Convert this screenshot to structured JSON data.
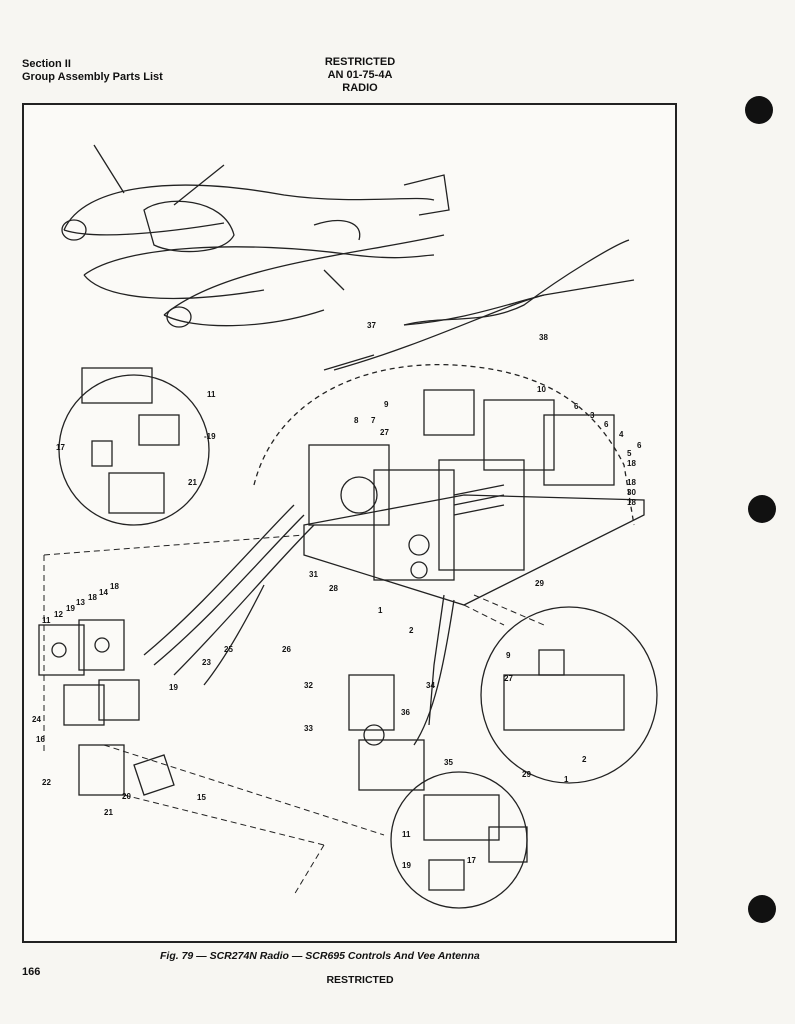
{
  "header": {
    "section": "Section II",
    "group": "Group Assembly Parts List",
    "restricted": "RESTRICTED",
    "manual": "AN 01-75-4A",
    "subject": "RADIO"
  },
  "figure": {
    "caption": "Fig. 79 — SCR274N Radio — SCR695 Controls And Vee Antenna",
    "callouts": [
      "1",
      "2",
      "3",
      "4",
      "5",
      "6",
      "7",
      "8",
      "9",
      "10",
      "11",
      "12",
      "13",
      "14",
      "15",
      "16",
      "17",
      "18",
      "19",
      "20",
      "21",
      "22",
      "23",
      "24",
      "25",
      "26",
      "27",
      "28",
      "29",
      "30",
      "31",
      "32",
      "33",
      "34",
      "35",
      "36",
      "37",
      "38"
    ]
  },
  "footer": {
    "page_number": "166",
    "restricted": "RESTRICTED"
  }
}
